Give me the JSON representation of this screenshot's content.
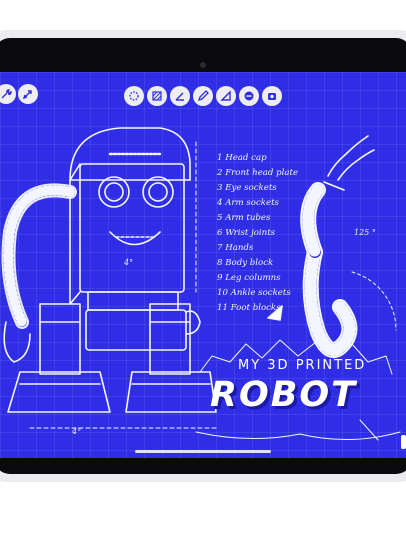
{
  "toolbar": {
    "left": [
      {
        "name": "wrench",
        "icon": "wrench-icon"
      },
      {
        "name": "rocket",
        "icon": "rocket-icon"
      }
    ],
    "center": [
      {
        "name": "circle-dots",
        "icon": "dotted-circle-icon"
      },
      {
        "name": "hatch",
        "icon": "hatch-pattern-icon"
      },
      {
        "name": "angle",
        "icon": "angle-icon"
      },
      {
        "name": "pencil",
        "icon": "pencil-icon"
      },
      {
        "name": "triangle",
        "icon": "set-square-icon"
      },
      {
        "name": "minus-circle",
        "icon": "minus-circle-icon"
      },
      {
        "name": "camera-box",
        "icon": "camera-box-icon"
      }
    ]
  },
  "parts_list": [
    {
      "label": "1 Head cap"
    },
    {
      "label": "2 Front head plate"
    },
    {
      "label": "3 Eye sockets"
    },
    {
      "label": "4 Arm sockets"
    },
    {
      "label": "5 Arm tubes"
    },
    {
      "label": "6 Wrist joints"
    },
    {
      "label": "7 Hands"
    },
    {
      "label": "8 Body block"
    },
    {
      "label": "9 Leg columns"
    },
    {
      "label": "10 Ankle sockets"
    },
    {
      "label": "11 Foot blocks"
    }
  ],
  "annotations": {
    "angle_right": "125 °",
    "angle_head": "4°",
    "angle_foot": "4°"
  },
  "heading": {
    "subtitle": "MY 3D PRINTED",
    "title": "ROBOT"
  },
  "colors": {
    "canvas": "#2f2ee6",
    "ink": "#ffffff",
    "toolbar_button": "#ededf2"
  }
}
